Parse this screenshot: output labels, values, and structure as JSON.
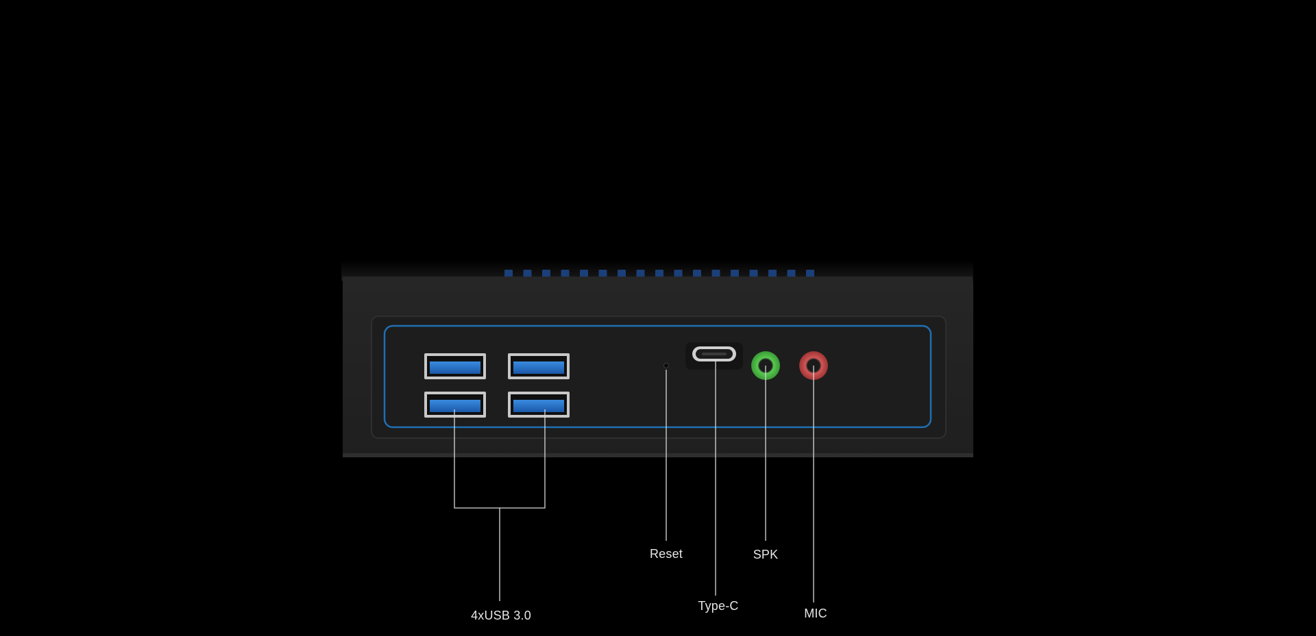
{
  "device": {
    "description": "mini-pc-front-panel",
    "colors": {
      "background": "#000000",
      "chassis": "#232323",
      "panel": "#1c1c1c",
      "accent_line": "#1f6fb3",
      "usb_blue": "#1e63b8",
      "spk_green": "#4fc24a",
      "mic_red": "#c84a4a",
      "leader_line": "#d9d9d9"
    },
    "icons": [
      "usb-port-icon",
      "reset-pinhole-icon",
      "usb-c-port-icon",
      "audio-jack-icon"
    ]
  },
  "callouts": {
    "usb": "4xUSB 3.0",
    "reset": "Reset",
    "typec": "Type-C",
    "spk": "SPK",
    "mic": "MIC"
  }
}
